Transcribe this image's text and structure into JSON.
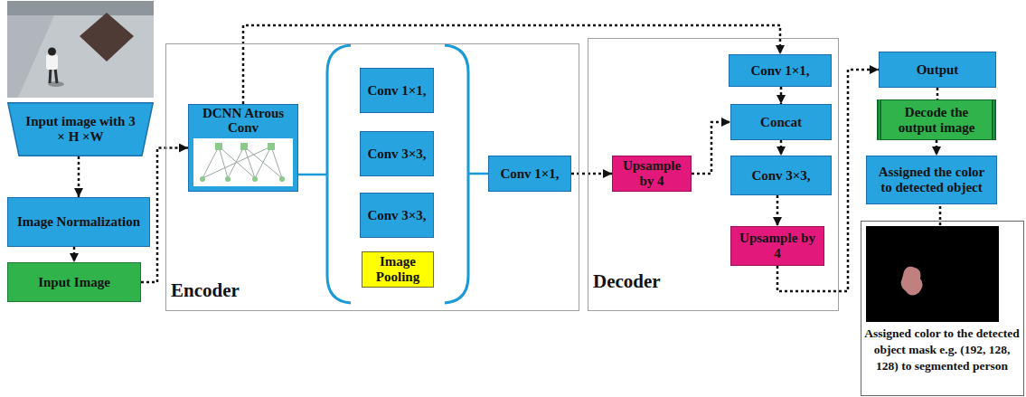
{
  "diagram": {
    "nodes": [
      {
        "text": [
          "Input image with 3 × H ×W"
        ]
      },
      {
        "text": [
          "Image Normalization"
        ]
      },
      {
        "text": [
          "Input Image"
        ]
      },
      {
        "text": [
          "Encoder"
        ]
      },
      {
        "text": [
          "DCNN Atrous Conv"
        ],
        "in": 3
      },
      {
        "text": [
          "Conv 1×1,"
        ],
        "in": 3
      },
      {
        "text": [
          "Conv 3×3,"
        ],
        "in": 3
      },
      {
        "text": [
          "Conv 3×3,"
        ],
        "in": 3
      },
      {
        "text": [
          "Image Pooling"
        ],
        "in": 3
      },
      {
        "text": [
          "Conv 1×1,"
        ],
        "in": 3
      },
      {
        "text": [
          "Decoder"
        ]
      },
      {
        "text": [
          "Upsample by 4"
        ],
        "in": 10
      },
      {
        "text": [
          "Conv 1×1,"
        ],
        "in": 10
      },
      {
        "text": [
          "Concat"
        ],
        "in": 10
      },
      {
        "text": [
          "Conv 3×3,"
        ],
        "in": 10
      },
      {
        "text": [
          "Upsample by 4"
        ],
        "in": 10
      },
      {
        "text": [
          "Output"
        ]
      },
      {
        "text": [
          "Decode the output image"
        ]
      },
      {
        "text": [
          "Assigned the color to detected object"
        ]
      }
    ],
    "edges": [
      {
        "from": 0,
        "to": 1,
        "arrow": "to"
      },
      {
        "from": 1,
        "to": 2,
        "arrow": "to"
      },
      {
        "from": 2,
        "to": 4,
        "arrow": "to"
      },
      {
        "from": 4,
        "to": 12,
        "arrow": "to"
      },
      {
        "from": 9,
        "to": 11,
        "arrow": "to"
      },
      {
        "from": 11,
        "to": 13,
        "arrow": "to"
      },
      {
        "from": 12,
        "to": 13,
        "arrow": "to"
      },
      {
        "from": 13,
        "to": 14,
        "arrow": "to"
      },
      {
        "from": 14,
        "to": 15,
        "arrow": "to"
      },
      {
        "from": 15,
        "to": 16,
        "arrow": "to"
      },
      {
        "from": 16,
        "to": 17,
        "arrow": "none"
      },
      {
        "from": 17,
        "to": 18,
        "arrow": "to"
      }
    ],
    "labels": [
      "Assigned color to the detected object mask e.g. (192, 128, 128) to segmented person"
    ]
  }
}
